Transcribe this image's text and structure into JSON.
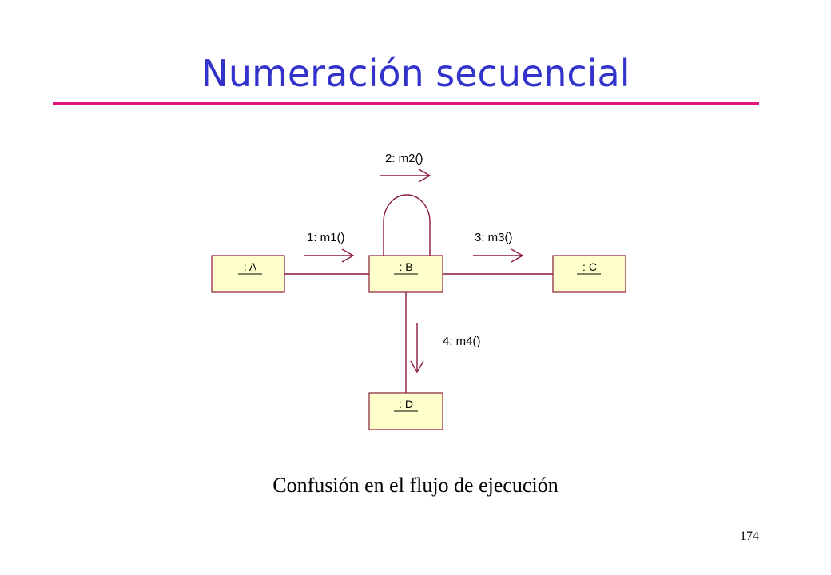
{
  "slide": {
    "title": "Numeración secuencial",
    "caption": "Confusión en el flujo de ejecución",
    "page_number": "174"
  },
  "diagram": {
    "objects": {
      "a": ": A",
      "b": ": B",
      "c": ": C",
      "d": ": D"
    },
    "messages": {
      "m1": "1: m1()",
      "m2": "2: m2()",
      "m3": "3: m3()",
      "m4": "4: m4()"
    },
    "colors": {
      "accent": "#3333cc",
      "rule": "#e0167a",
      "stroke": "#8b1a3a",
      "object_fill": "#ffffcc"
    }
  }
}
